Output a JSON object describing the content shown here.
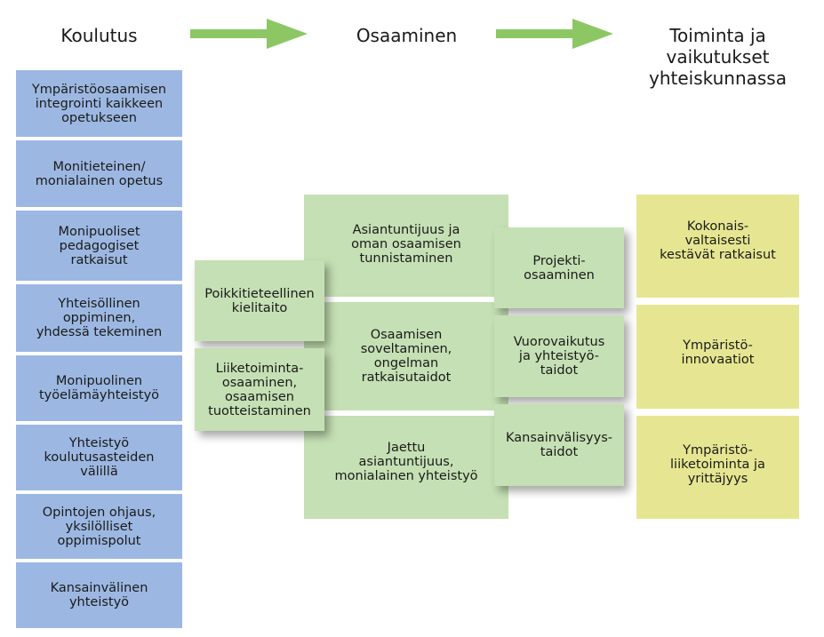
{
  "headers": {
    "col1": "Koulutus",
    "col2": "Osaaminen",
    "col3": "Toiminta ja\nvaikutukset\nyhteiskunnassa"
  },
  "colors": {
    "blue": "#9cb8e2",
    "green": "#c5e0b4",
    "yellow": "#e6e692",
    "arrow": "#8cc764"
  },
  "education": [
    "Ympäristöosaamisen\nintegrointi kaikkeen\nopetukseen",
    "Monitieteinen/\nmonialainen opetus",
    "Monipuoliset\npedagogiset\nratkaisut",
    "Yhteisöllinen oppiminen,\nyhdessä tekeminen",
    "Monipuolinen\ntyöelämäyhteistyö",
    "Yhteistyö\nkoulutusasteiden\nvälillä",
    "Opintojen ohjaus,\nyksilölliset\noppimispolut",
    "Kansainvälinen\nyhteistyö"
  ],
  "competence": {
    "left": [
      "Poikkitieteellinen\nkielitaito",
      "Liiketoiminta-\nosaaminen,\nosaamisen\ntuotteistaminen"
    ],
    "middle": [
      "Asiantuntijuus ja\noman osaamisen\ntunnistaminen",
      "Osaamisen\nsoveltaminen,\nongelman\nratkaisutaidot",
      "Jaettu\nasiantuntijuus,\nmonialainen yhteistyö"
    ],
    "right": [
      "Projekti-\nosaaminen",
      "Vuorovaikutus\nja yhteistyö-\ntaidot",
      "Kansainvälisyys-\ntaidot"
    ]
  },
  "impact": [
    "Kokonais-\nvaltaisesti\nkestävät ratkaisut",
    "Ympäristö-\ninnovaatiot",
    "Ympäristö-\nliiketoiminta ja\nyrittäjyys"
  ]
}
